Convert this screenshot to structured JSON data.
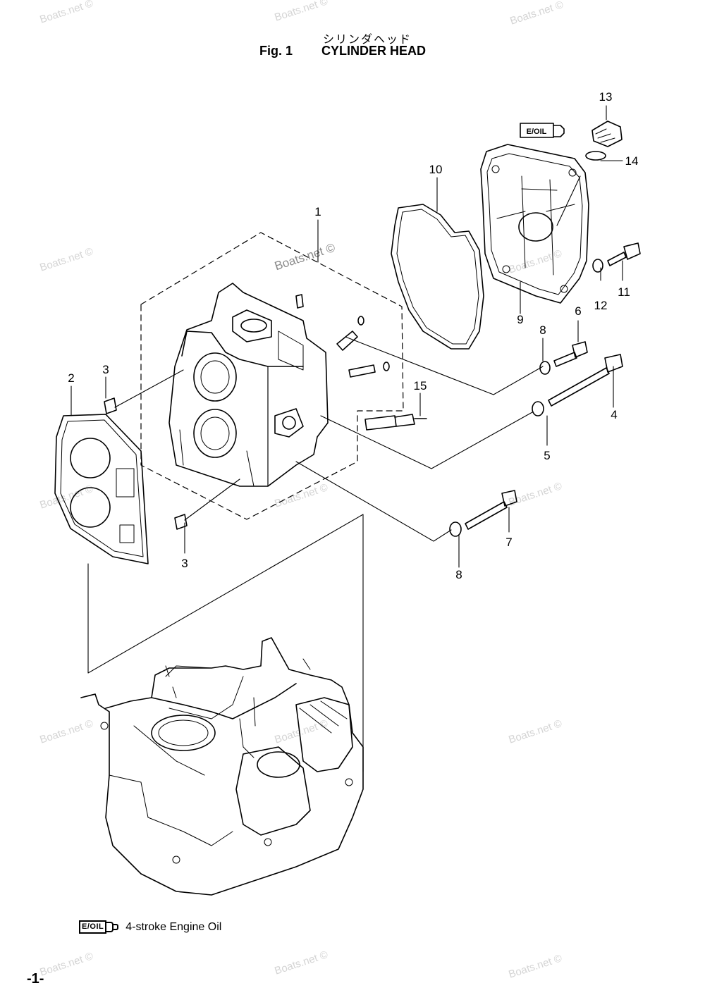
{
  "header": {
    "title_jp": "シリンダヘッド",
    "fig_label": "Fig. 1",
    "title": "CYLINDER HEAD"
  },
  "callouts": [
    "1",
    "2",
    "3",
    "3",
    "4",
    "5",
    "6",
    "7",
    "8",
    "8",
    "9",
    "10",
    "11",
    "12",
    "13",
    "14",
    "15"
  ],
  "tube_label": "E/OIL",
  "legend": {
    "symbol": "E/OIL",
    "text": "4-stroke Engine Oil"
  },
  "page_number": "-1-",
  "watermark": "Boats.net ©",
  "colors": {
    "line": "#000000",
    "watermark": "#d4d4d4",
    "background": "#ffffff"
  }
}
